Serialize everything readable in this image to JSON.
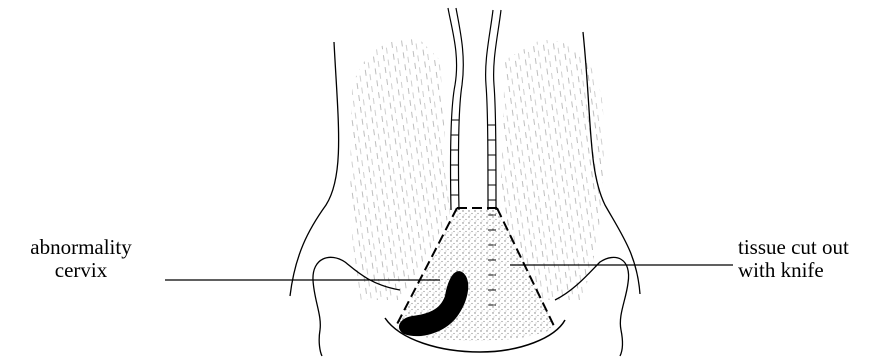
{
  "labels": {
    "left": {
      "line1": "abnormality",
      "line2": "cervix"
    },
    "right": {
      "line1": "tissue cut out",
      "line2": "with knife"
    }
  },
  "colors": {
    "ink": "#000000",
    "background": "#ffffff",
    "hatch": "#9a9a9a",
    "stipple": "#8a8a8a"
  }
}
